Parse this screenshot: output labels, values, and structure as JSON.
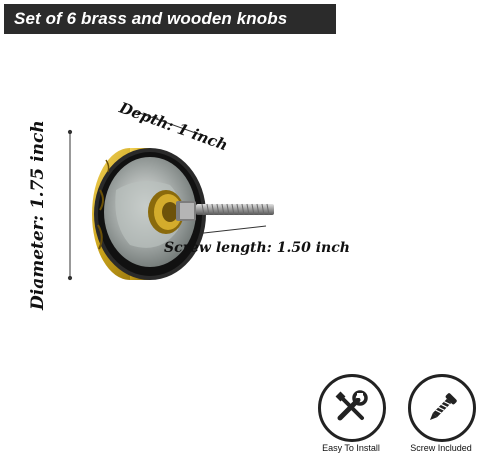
{
  "title": "Set  of 6 brass and wooden knobs",
  "dimensions": {
    "depth": "Depth: 1 inch",
    "diameter": "Diameter: 1.75 inch",
    "screw_length": "Screw length: 1.50 inch"
  },
  "badges": [
    {
      "icon": "wrench-screwdriver-icon",
      "label": "Easy To Install"
    },
    {
      "icon": "screw-icon",
      "label": "Screw Included"
    }
  ],
  "colors": {
    "brass": "#c9a21a",
    "title_bar": "#2b2b2b"
  }
}
